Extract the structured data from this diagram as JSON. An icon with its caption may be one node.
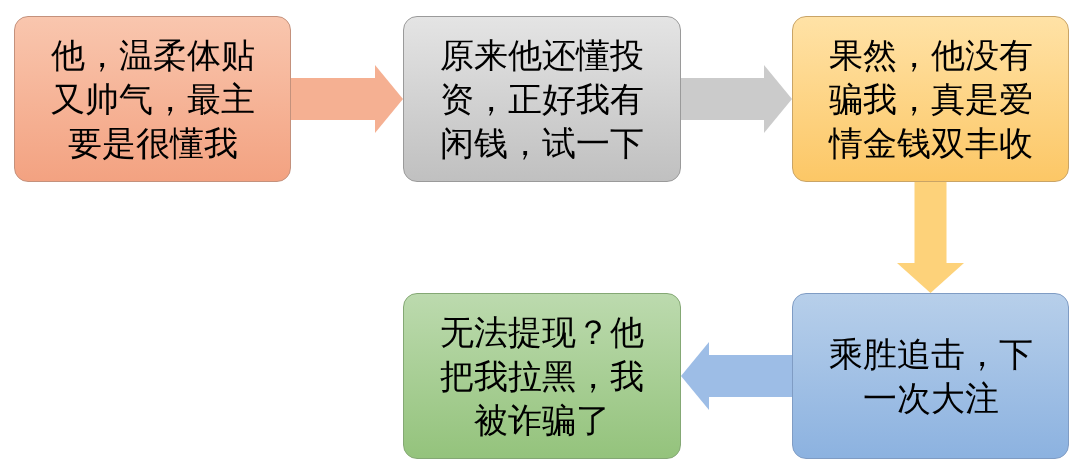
{
  "diagram": {
    "nodes": [
      {
        "text": [
          "他，温柔体贴又帅气，最主要是很懂我"
        ]
      },
      {
        "text": [
          "原来他还懂投资，正好我有闲钱，试一下"
        ]
      },
      {
        "text": [
          "果然，他没有骗我，真是爱情金钱双丰收"
        ]
      },
      {
        "text": [
          "乘胜追击，下一次大注"
        ]
      },
      {
        "text": [
          "无法提现？他把我拉黑，我被诈骗了"
        ]
      }
    ],
    "edges": [
      {
        "from": 0,
        "to": 1,
        "arrow": "to",
        "color": "#f5b092"
      },
      {
        "from": 1,
        "to": 2,
        "arrow": "to",
        "color": "#cbcbcb"
      },
      {
        "from": 2,
        "to": 3,
        "arrow": "to",
        "color": "#fdd27a"
      },
      {
        "from": 3,
        "to": 4,
        "arrow": "to",
        "color": "#9dbde6"
      }
    ]
  }
}
